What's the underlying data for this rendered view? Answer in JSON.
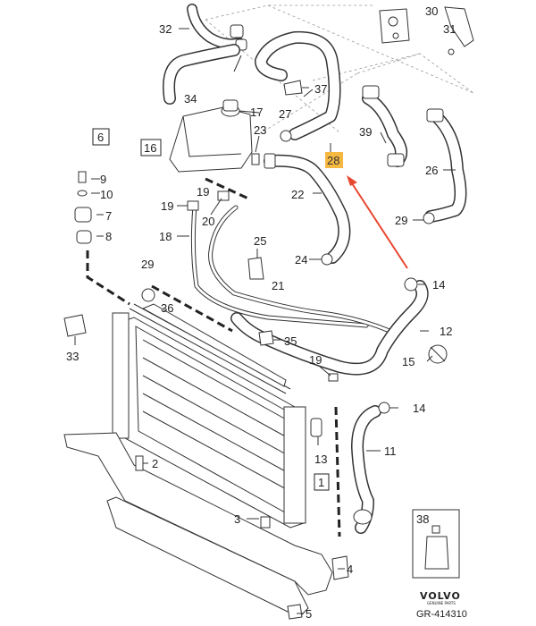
{
  "diagram": {
    "labels": [
      {
        "id": "30",
        "text": "30"
      },
      {
        "id": "31",
        "text": "31"
      },
      {
        "id": "32",
        "text": "32"
      },
      {
        "id": "34",
        "text": "34"
      },
      {
        "id": "37",
        "text": "37"
      },
      {
        "id": "17",
        "text": "17"
      },
      {
        "id": "27",
        "text": "27"
      },
      {
        "id": "23",
        "text": "23"
      },
      {
        "id": "39",
        "text": "39"
      },
      {
        "id": "26",
        "text": "26"
      },
      {
        "id": "9",
        "text": "9"
      },
      {
        "id": "10",
        "text": "10"
      },
      {
        "id": "7",
        "text": "7"
      },
      {
        "id": "8",
        "text": "8"
      },
      {
        "id": "19a",
        "text": "19"
      },
      {
        "id": "19b",
        "text": "19"
      },
      {
        "id": "20",
        "text": "20"
      },
      {
        "id": "18",
        "text": "18"
      },
      {
        "id": "22",
        "text": "22"
      },
      {
        "id": "29a",
        "text": "29"
      },
      {
        "id": "25",
        "text": "25"
      },
      {
        "id": "24",
        "text": "24"
      },
      {
        "id": "29b",
        "text": "29"
      },
      {
        "id": "21",
        "text": "21"
      },
      {
        "id": "14a",
        "text": "14"
      },
      {
        "id": "36",
        "text": "36"
      },
      {
        "id": "12",
        "text": "12"
      },
      {
        "id": "35",
        "text": "35"
      },
      {
        "id": "33",
        "text": "33"
      },
      {
        "id": "15",
        "text": "15"
      },
      {
        "id": "19c",
        "text": "19"
      },
      {
        "id": "14b",
        "text": "14"
      },
      {
        "id": "13",
        "text": "13"
      },
      {
        "id": "11",
        "text": "11"
      },
      {
        "id": "2",
        "text": "2"
      },
      {
        "id": "3",
        "text": "3"
      },
      {
        "id": "4",
        "text": "4"
      },
      {
        "id": "5",
        "text": "5"
      },
      {
        "id": "38",
        "text": "38"
      }
    ],
    "boxed_labels": [
      {
        "id": "6",
        "text": "6"
      },
      {
        "id": "16",
        "text": "16"
      },
      {
        "id": "1",
        "text": "1"
      }
    ],
    "highlighted_label": {
      "text": "28",
      "color": "#f5b942"
    },
    "arrow_color": "#e8472f",
    "brand": {
      "name": "VOLVO",
      "sub": "GENUINE PARTS"
    },
    "reference": "GR-414310"
  }
}
